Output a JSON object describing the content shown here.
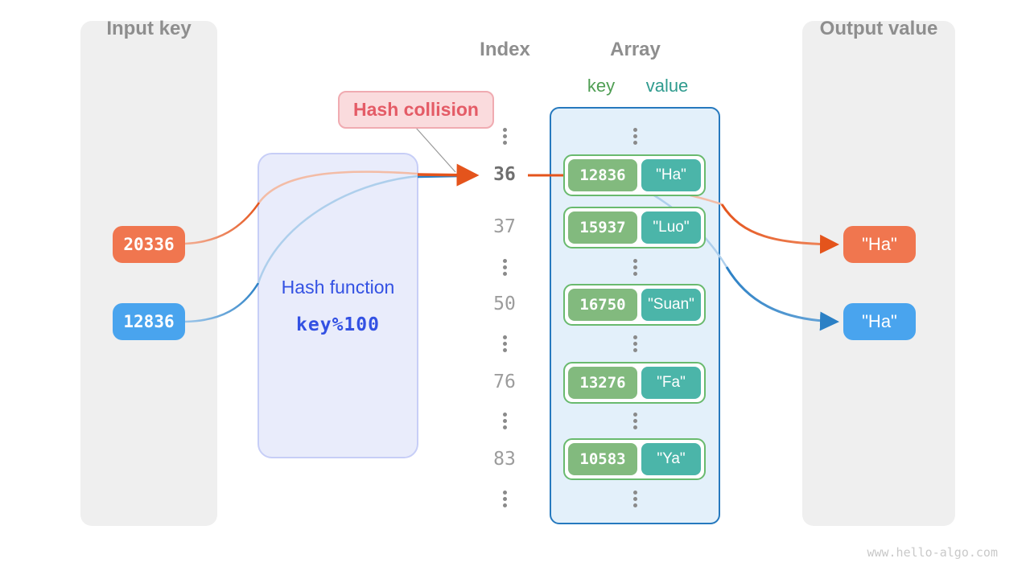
{
  "input_panel": {
    "title": "Input key",
    "keys": [
      {
        "text": "20336",
        "color": "#f0764f"
      },
      {
        "text": "12836",
        "color": "#49a4ee"
      }
    ]
  },
  "hash_box": {
    "line1": "Hash function",
    "line2": "key%100"
  },
  "collision": {
    "label": "Hash collision"
  },
  "headers": {
    "index": "Index",
    "array": "Array",
    "key": "key",
    "value": "value"
  },
  "index_column": {
    "values": [
      "36",
      "37",
      "50",
      "76",
      "83"
    ],
    "highlighted": "36"
  },
  "array_panel": {
    "pairs": [
      {
        "key": "12836",
        "value": "\"Ha\""
      },
      {
        "key": "15937",
        "value": "\"Luo\""
      },
      {
        "key": "16750",
        "value": "\"Suan\""
      },
      {
        "key": "13276",
        "value": "\"Fa\""
      },
      {
        "key": "10583",
        "value": "\"Ya\""
      }
    ]
  },
  "output_panel": {
    "title": "Output value",
    "values": [
      {
        "text": "\"Ha\"",
        "color": "#f0764f"
      },
      {
        "text": "\"Ha\"",
        "color": "#49a4ee"
      }
    ]
  },
  "watermark": "www.hello-algo.com",
  "colors": {
    "panel_gray": "#efefef",
    "title_gray": "#8e8e8e",
    "orange": "#f0764f",
    "blue": "#49a4ee",
    "hash_fill": "#e9ecfb",
    "hash_border": "#c7cef7",
    "hash_text": "#3351e3",
    "collision_fill": "#fadbdd",
    "collision_border": "#f0abb1",
    "collision_text": "#e45b66",
    "array_fill": "#e3f0fa",
    "array_border": "#2679be",
    "pair_border": "#69ba6e",
    "key_green": "#82ba7e",
    "value_teal": "#4bb5a9",
    "key_header_green": "#4f9e53",
    "value_header_teal": "#2f9b8e",
    "arrow_orange": "#e4541c",
    "arrow_orange_light": "#f3bca6",
    "arrow_blue": "#2b80c5",
    "arrow_blue_light": "#aecfec"
  }
}
